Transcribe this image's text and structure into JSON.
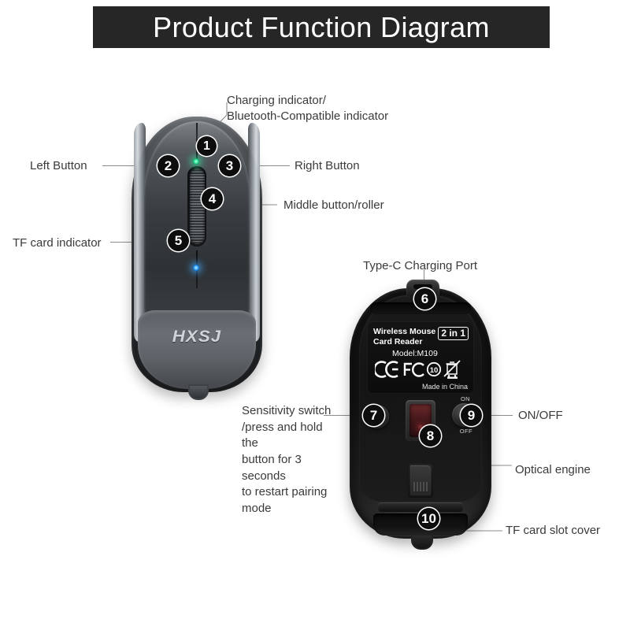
{
  "header": {
    "title": "Product Function Diagram"
  },
  "callouts": [
    {
      "id": 1,
      "number": "1",
      "label": "Charging indicator/",
      "label2": "Bluetooth-Compatible indicator"
    },
    {
      "id": 2,
      "number": "2",
      "label": "Left Button"
    },
    {
      "id": 3,
      "number": "3",
      "label": "Right Button"
    },
    {
      "id": 4,
      "number": "4",
      "label": "Middle button/roller"
    },
    {
      "id": 5,
      "number": "5",
      "label": "TF card indicator"
    },
    {
      "id": 6,
      "number": "6",
      "label": "Type-C Charging Port"
    },
    {
      "id": 7,
      "number": "7",
      "label": "Sensitivity switch\n/press and hold the\nbutton for 3 seconds\nto restart pairing mode"
    },
    {
      "id": 8,
      "number": "8",
      "label": "Optical engine"
    },
    {
      "id": 9,
      "number": "9",
      "label": "ON/OFF"
    },
    {
      "id": 10,
      "number": "10",
      "label": "TF card slot cover"
    }
  ],
  "top_mouse": {
    "brand_logo": "HXSJ"
  },
  "bottom_mouse": {
    "label": {
      "line1": "Wireless Mouse",
      "line2": "Card Reader",
      "badge": "2 in 1",
      "model": "Model:M109",
      "origin": "Made in China",
      "marks": [
        "CE",
        "FC",
        "10",
        "WEEE"
      ]
    },
    "power_switch": {
      "on": "ON",
      "off": "OFF"
    }
  },
  "colors": {
    "title_bar_bg": "#262626",
    "title_text": "#ffffff",
    "page_bg": "#ffffff",
    "callout_text": "#3a3a3a",
    "leader_line": "#8c8c8c",
    "badge_bg": "#0d0d0d",
    "badge_text": "#ffffff",
    "led_charging": "#3ff0a8",
    "led_tf_card": "#4fb8ff",
    "optical_engine": "#6e2a2c"
  }
}
